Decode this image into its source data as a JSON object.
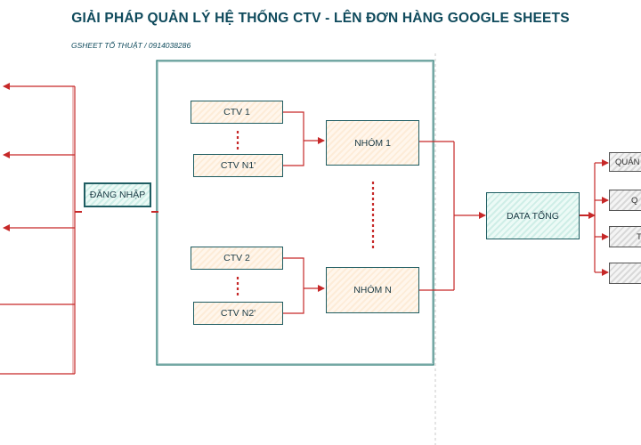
{
  "header": {
    "title": "GIẢI PHÁP QUẢN LÝ HỆ THỐNG CTV - LÊN  ĐƠN HÀNG GOOGLE SHEETS",
    "subtitle": "GSHEET TỐ THUẬT / 0914038286"
  },
  "nodes": {
    "login": "ĐĂNG NHẬP",
    "ctv1": "CTV 1",
    "ctvn1": "CTV N1'",
    "ctv2": "CTV 2",
    "ctvn2": "CTV N2'",
    "group1": "NHÓM 1",
    "groupn": "NHÓM N",
    "data": "DATA TỔNG"
  },
  "outputs": [
    "QUẢN",
    "Q",
    "T",
    ""
  ],
  "colors": {
    "arrow": "#c62828",
    "border": "#1f5d62",
    "peach_fill": "#fdecd8",
    "teal_fill": "#cfeee7",
    "title": "#0f4a5c"
  }
}
